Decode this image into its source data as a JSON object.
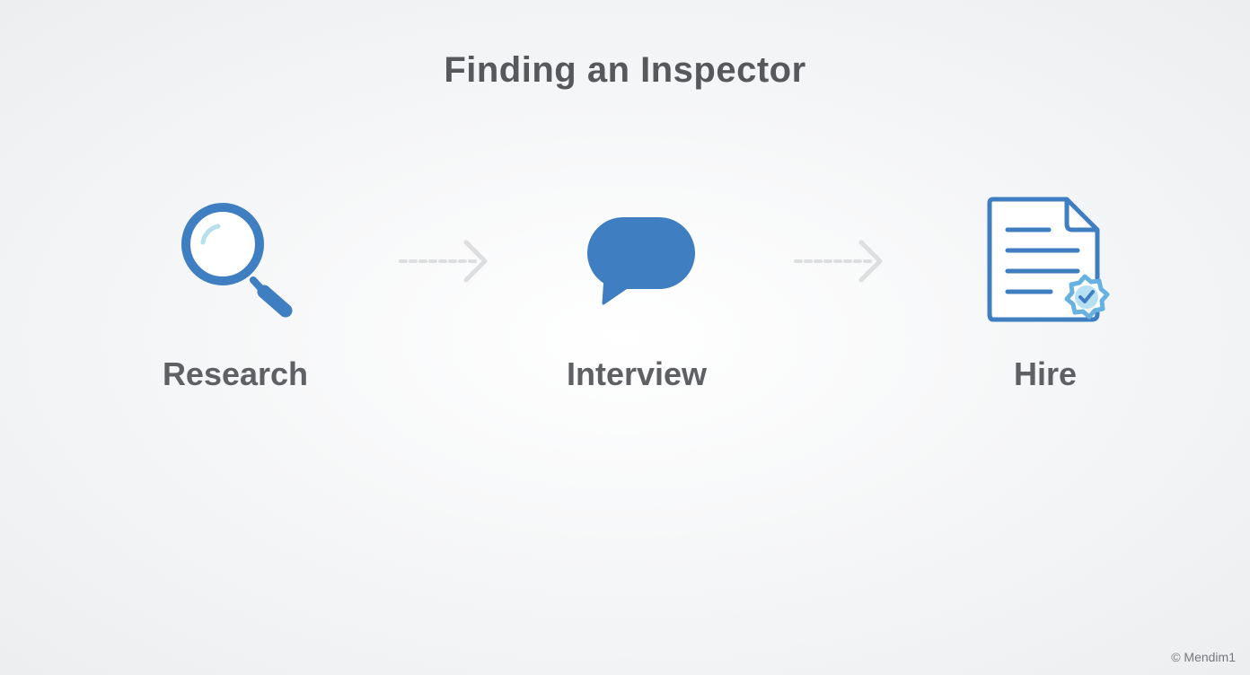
{
  "title": "Finding an Inspector",
  "steps": [
    {
      "label": "Research",
      "icon": "magnifying-glass-icon"
    },
    {
      "label": "Interview",
      "icon": "speech-bubble-icon"
    },
    {
      "label": "Hire",
      "icon": "document-badge-icon"
    }
  ],
  "connector_icon": "dashed-arrow-icon",
  "watermark": "© Mendim1",
  "colors": {
    "accent": "#3f7ec1",
    "accent_light": "#67b2e0",
    "text": "#5e6064",
    "arrow": "#dcdee0"
  }
}
